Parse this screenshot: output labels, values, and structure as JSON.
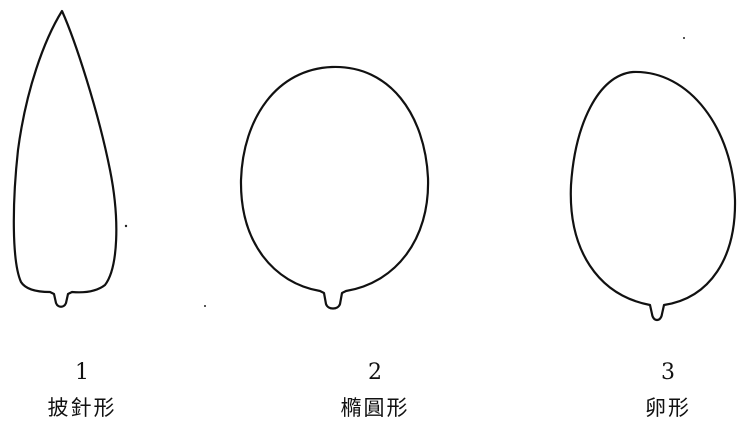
{
  "leaves": [
    {
      "number": "1",
      "name": "披針形",
      "shape": "lanceolate"
    },
    {
      "number": "2",
      "name": "橢圓形",
      "shape": "elliptic"
    },
    {
      "number": "3",
      "name": "卵形",
      "shape": "ovate"
    }
  ],
  "colors": {
    "line": "#111111",
    "background": "#ffffff"
  }
}
